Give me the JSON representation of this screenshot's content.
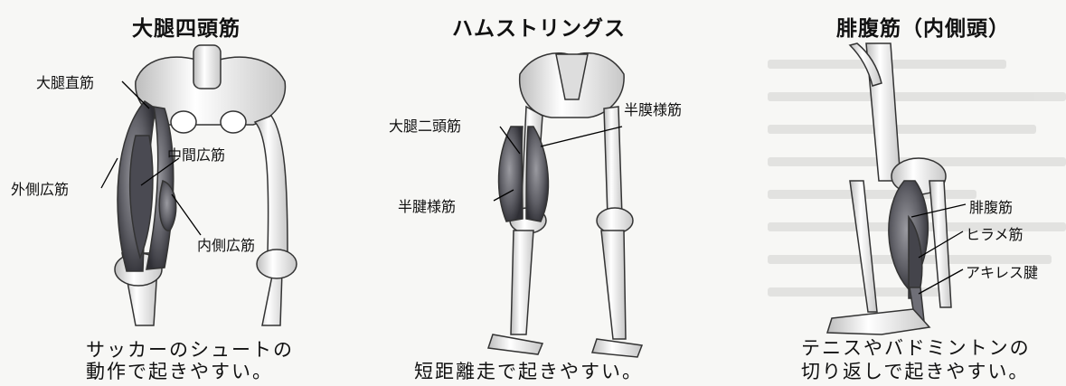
{
  "panels": [
    {
      "title": "大腿四頭筋",
      "labels": [
        "大腿直筋",
        "中間広筋",
        "外側広筋",
        "内側広筋"
      ],
      "caption_line1": "サッカーのシュートの",
      "caption_line2": "動作で起きやすい。"
    },
    {
      "title": "ハムストリングス",
      "labels": [
        "半膜様筋",
        "大腿二頭筋",
        "半腱様筋"
      ],
      "caption_line1": "短距離走で起きやすい。"
    },
    {
      "title": "腓腹筋（内側頭）",
      "labels": [
        "腓腹筋",
        "ヒラメ筋",
        "アキレス腱"
      ],
      "caption_line1": "テニスやバドミントンの",
      "caption_line2": "切り返しで起きやすい。"
    }
  ]
}
